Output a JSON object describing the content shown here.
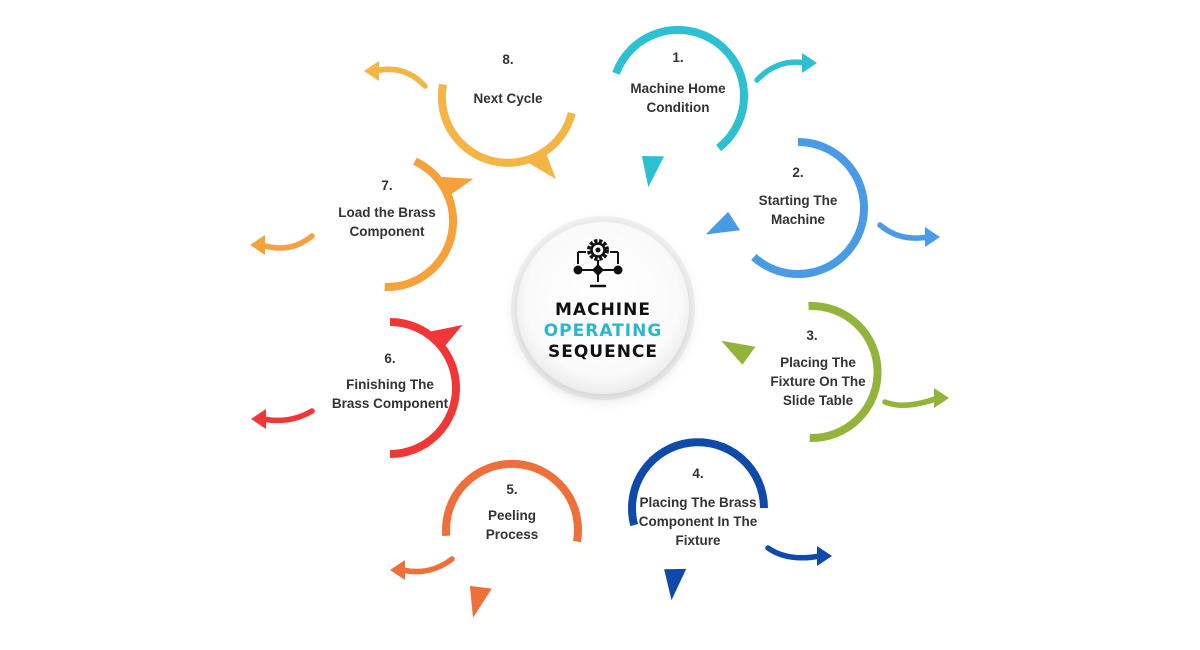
{
  "center": {
    "title_lines": [
      "MACHINE",
      "OPERATING",
      "SEQUENCE"
    ],
    "title_colors": [
      "#111111",
      "#2bb6cf",
      "#111111"
    ],
    "icon": "process-flow-gear-icon"
  },
  "steps": [
    {
      "number": "1.",
      "label_lines": [
        "Machine Home",
        "Condition"
      ],
      "color": "#2dbfd2"
    },
    {
      "number": "2.",
      "label_lines": [
        "Starting The",
        "Machine"
      ],
      "color": "#4a9be6"
    },
    {
      "number": "3.",
      "label_lines": [
        "Placing The",
        "Fixture On The",
        "Slide Table"
      ],
      "color": "#92b43a"
    },
    {
      "number": "4.",
      "label_lines": [
        "Placing The Brass",
        "Component In The",
        "Fixture"
      ],
      "color": "#0f4aaa"
    },
    {
      "number": "5.",
      "label_lines": [
        "Peeling",
        "Process"
      ],
      "color": "#ef6f3a"
    },
    {
      "number": "6.",
      "label_lines": [
        "Finishing The",
        "Brass Component"
      ],
      "color": "#f23535"
    },
    {
      "number": "7.",
      "label_lines": [
        "Load the Brass",
        "Component"
      ],
      "color": "#f6a13a"
    },
    {
      "number": "8.",
      "label_lines": [
        "Next Cycle"
      ],
      "color": "#f4b544"
    }
  ]
}
